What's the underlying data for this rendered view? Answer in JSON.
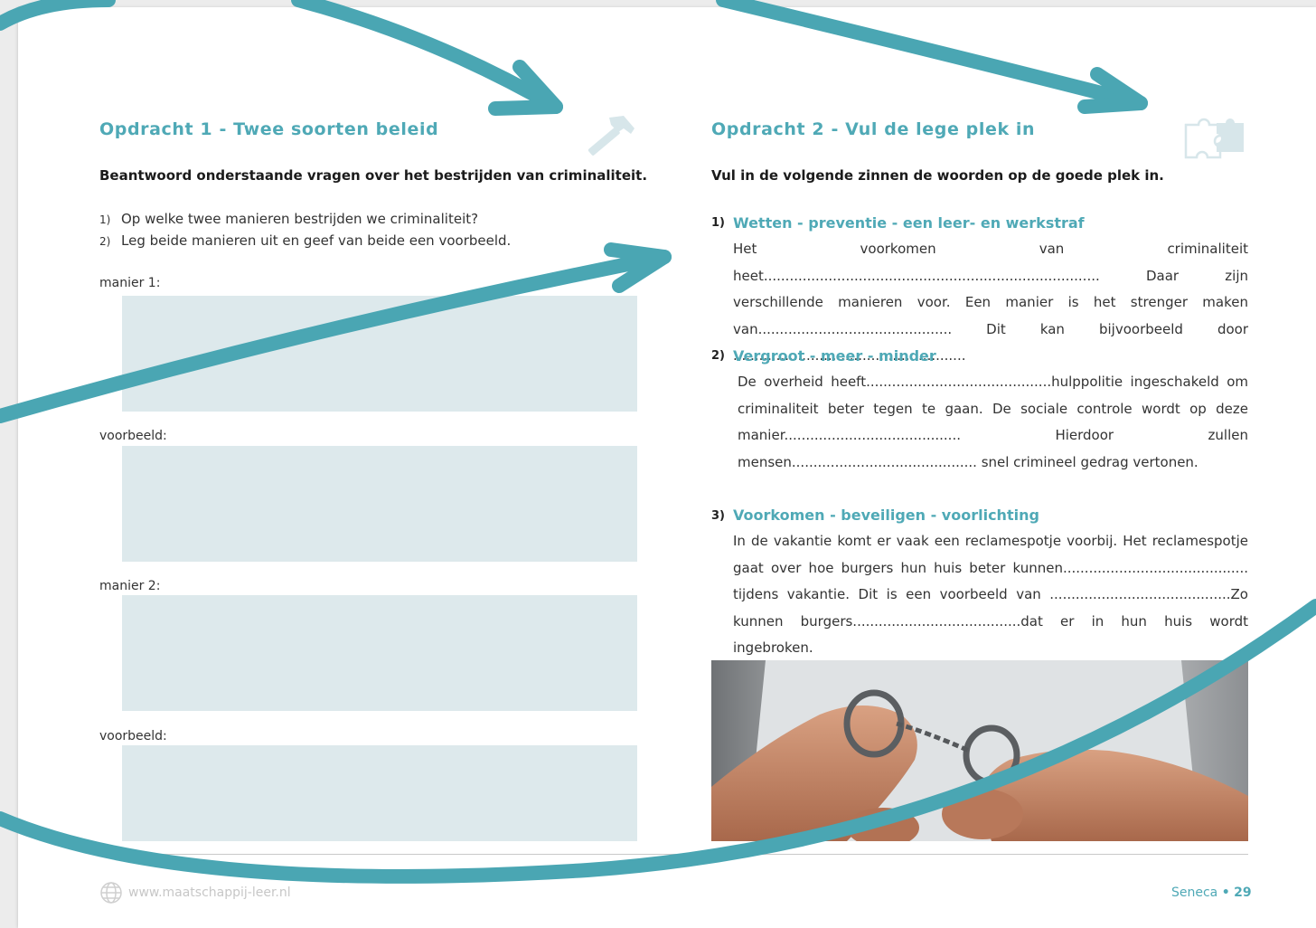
{
  "left": {
    "title": "Opdracht 1 - Twee soorten beleid",
    "intro": "Beantwoord onderstaande vragen over het bestrijden van criminaliteit.",
    "questions": [
      {
        "num": "1)",
        "text": "Op welke twee manieren bestrijden we criminaliteit?"
      },
      {
        "num": "2)",
        "text": "Leg beide manieren uit en geef van beide een voorbeeld."
      }
    ],
    "labels": [
      "manier 1:",
      "voorbeeld:",
      "manier 2:",
      "voorbeeld:"
    ]
  },
  "right": {
    "title": "Opdracht 2 - Vul de lege plek in",
    "intro": "Vul in de volgende zinnen de woorden op de goede plek in.",
    "items": [
      {
        "num": "1)",
        "title": "Wetten - preventie - een leer- en werkstraf",
        "text": "Het voorkomen van criminaliteit heet.............................................................................. Daar zijn verschillende manieren voor. Een manier is het strenger maken van............................................. Dit kan bijvoorbeeld door ......................................................"
      },
      {
        "num": "2)",
        "title": "Vergroot - meer - minder",
        "text": "De overheid heeft...........................................hulppolitie ingeschakeld om criminaliteit beter tegen te gaan. De sociale controle wordt op deze manier......................................... Hierdoor zullen mensen........................................... snel crimineel gedrag vertonen."
      },
      {
        "num": "3)",
        "title": "Voorkomen - beveiligen - voorlichting",
        "text": "In de vakantie komt er vaak een reclamespotje voorbij. Het reclamespotje gaat over hoe burgers hun huis beter kunnen........................................... tijdens vakantie. Dit is een voorbeeld van ..........................................Zo kunnen burgers.......................................dat er in hun huis wordt ingebroken."
      }
    ]
  },
  "footer": {
    "url": "www.maatschappij-leer.nl",
    "brand": "Seneca",
    "bullet": "•",
    "page_number": "29"
  },
  "icons": {
    "left_header": "hammer-icon",
    "right_header": "puzzle-icon",
    "footer": "globe-icon",
    "photo": "handcuffs-photo"
  },
  "colors": {
    "accent": "#4fa9b6",
    "arrow": "#4aa6b3",
    "answer_box": "#dde9ec"
  }
}
